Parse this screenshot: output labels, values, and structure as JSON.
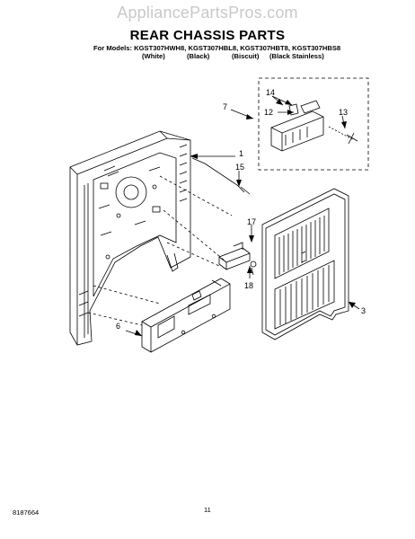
{
  "watermark": "AppliancePartsPros.com",
  "title": "REAR CHASSIS PARTS",
  "models_line": "For Models: KGST307HWH8, KGST307HBL8, KGST307HBT8, KGST307HBS8",
  "finishes": [
    "(White)",
    "(Black)",
    "(Biscuit)",
    "(Black Stainless)"
  ],
  "callouts": [
    "14",
    "12",
    "13",
    "7",
    "1",
    "15",
    "17",
    "18",
    "6",
    "3"
  ],
  "doc_number": "8187664",
  "page_number": "11"
}
